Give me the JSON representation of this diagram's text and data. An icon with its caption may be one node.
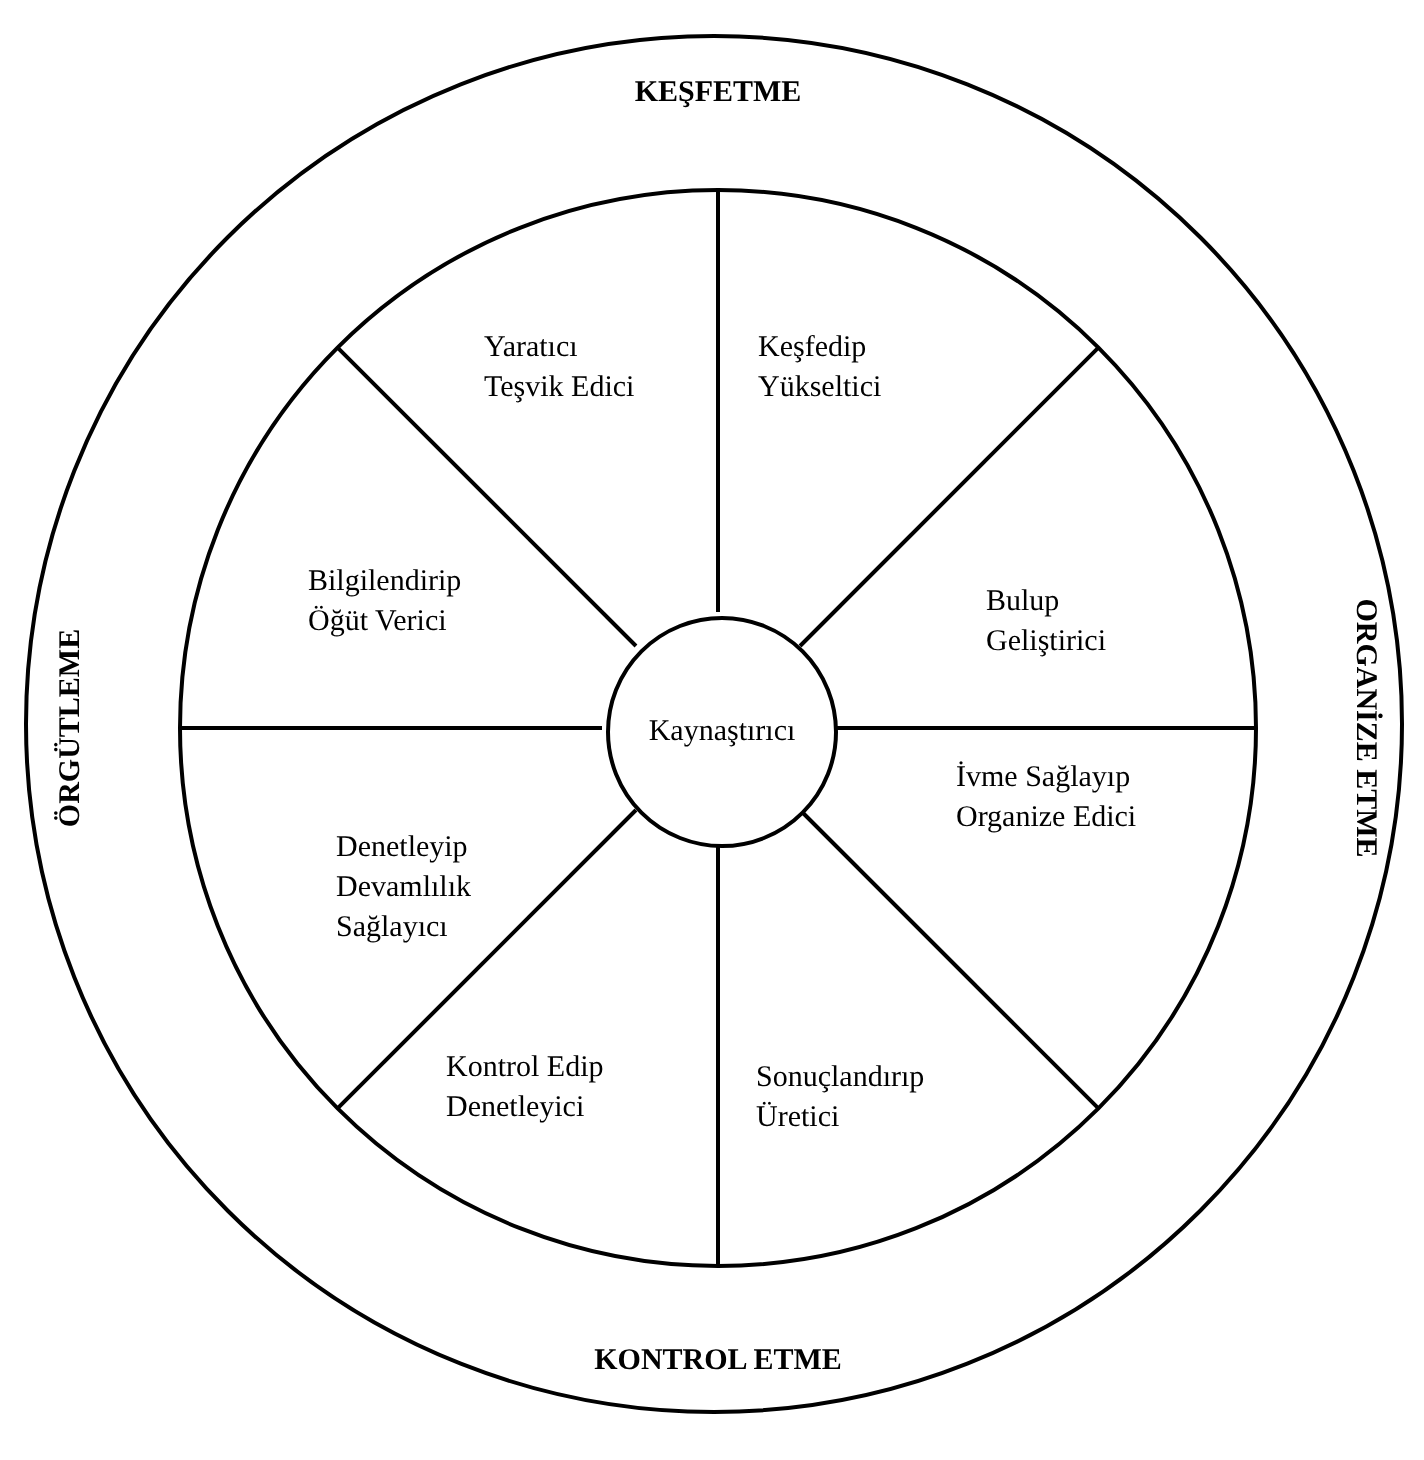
{
  "diagram": {
    "nodes": [
      {
        "text": [
          "KEŞFETME",
          "ORGANİZE ETME",
          "KONTROL ETME",
          "ÖRGÜTLEME"
        ]
      },
      {
        "text": [],
        "shape": "circle",
        "in": 0
      },
      {
        "text": [
          "Yaratıcı Teşvik Edici"
        ],
        "in": 1
      },
      {
        "text": [
          "Keşfedip Yükseltici"
        ],
        "in": 1
      },
      {
        "text": [
          "Bilgilendirip Öğüt Verici"
        ],
        "in": 1
      },
      {
        "text": [
          "Bulup Geliştirici"
        ],
        "in": 1
      },
      {
        "text": [
          "Kaynaştırıcı"
        ],
        "in": 1
      },
      {
        "text": [
          "Denetleyip Devamlılık Sağlayıcı"
        ],
        "in": 1
      },
      {
        "text": [
          "İvme Sağlayıp Organize Edici"
        ],
        "in": 1
      },
      {
        "text": [
          "Kontrol Edip Denetleyici"
        ],
        "in": 1
      },
      {
        "text": [
          "Sonuçlandırıp Üretici"
        ],
        "in": 1
      }
    ],
    "edges": []
  }
}
